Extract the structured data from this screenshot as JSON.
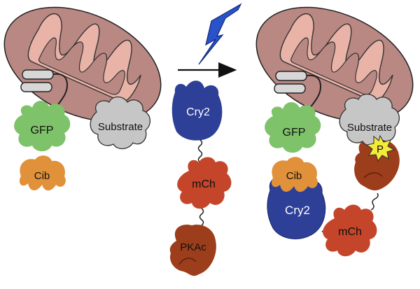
{
  "labels": {
    "left_gfp": "GFP",
    "left_cib": "Cib",
    "left_substrate": "Substrate",
    "mid_cry2": "Cry2",
    "mid_mch": "mCh",
    "mid_pkac": "PKAc",
    "right_gfp": "GFP",
    "right_cib": "Cib",
    "right_cry2": "Cry2",
    "right_mch": "mCh",
    "right_substrate": "Substrate",
    "phospho": "P"
  },
  "colors": {
    "mitochondrion": "#b98883",
    "cristae": "#e9b3a7",
    "gfp": "#7ec26a",
    "cib": "#e0913a",
    "cry2": "#2d3f97",
    "mch": "#c4452a",
    "pkac": "#9c3d1c",
    "substrate": "#c6c6c6",
    "lightning": "#2a52c9",
    "phospho_star": "#f4ea3a"
  },
  "icons": {
    "light_stimulus": "lightning-bolt-icon",
    "transition": "right-arrow-icon",
    "anchor": "transmembrane-anchor-icon",
    "phosphorylation": "starburst-icon"
  }
}
